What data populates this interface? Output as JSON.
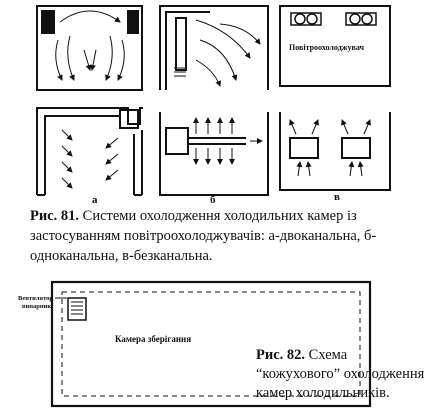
{
  "fig81": {
    "panel_labels": [
      "а",
      "б",
      "в"
    ],
    "cooler_label": "Повітроохолоджувач",
    "caption_num": "Рис. 81.",
    "caption_text": "Системи охолодження холодильних камер із застосуванням повітроохолоджувачів: а-двоканальна, б-одноканальна, в-безканальна."
  },
  "fig82": {
    "fan_label_1": "Вентилятор",
    "fan_label_2": "випарник",
    "chamber_label": "Камера зберігання",
    "caption_num": "Рис. 82.",
    "caption_text": "Схема “кожухового” охолодження камер холодильників."
  },
  "colors": {
    "ink": "#111111",
    "bleed": "#c8c8c8"
  }
}
